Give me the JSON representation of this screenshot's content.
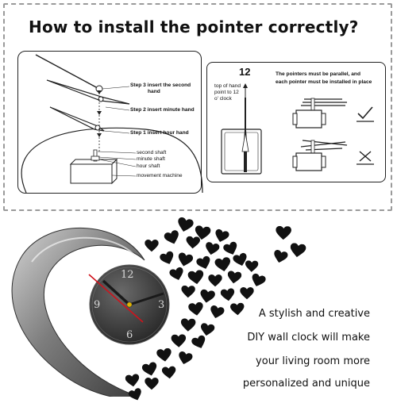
{
  "title": "How to install the pointer correctly?",
  "left_panel": {
    "steps": [
      {
        "label": "Step 3  insert the second"
      },
      {
        "label": "hand"
      },
      {
        "label": "Step 2  insert minute hand"
      },
      {
        "label": "Step 1  insert hour hand"
      }
    ],
    "parts": [
      {
        "label": "second shaft"
      },
      {
        "label": "minute shaft"
      },
      {
        "label": "hour shaft"
      },
      {
        "label": "movement machine"
      }
    ]
  },
  "right_panel": {
    "twelve": "12",
    "note_lines": [
      "top of hand",
      "point to 12",
      "o'  clock"
    ],
    "rule_lines": [
      "The pointers must be parallel, and",
      "each pointer must be installed in place"
    ]
  },
  "caption_lines": [
    "A stylish and creative",
    "DIY wall clock will make",
    "your living room more",
    "personalized and unique"
  ],
  "clock": {
    "numerals": [
      "12",
      "3",
      "6",
      "9"
    ]
  },
  "colors": {
    "second_hand": "#d0121b",
    "hands": "#1a1a1a",
    "mirror": "#8c8c8c"
  },
  "icons": {
    "correct": "check-icon",
    "wrong": "cross-icon"
  }
}
